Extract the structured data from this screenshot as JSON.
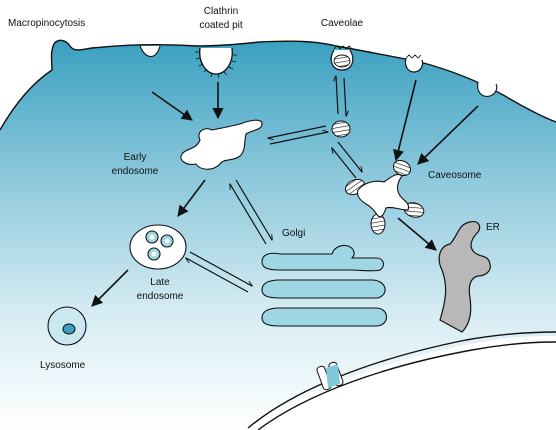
{
  "labels": {
    "macropinocytosis": "Macropinocytosis",
    "clathrin_line1": "Clathrin",
    "clathrin_line2": "coated pit",
    "caveolae": "Caveolae",
    "early_endosome_line1": "Early",
    "early_endosome_line2": "endosome",
    "caveosome": "Caveosome",
    "er": "ER",
    "golgi": "Golgi",
    "late_endosome_line1": "Late",
    "late_endosome_line2": "endosome",
    "lysosome": "Lysosome"
  },
  "colors": {
    "cytoplasm_top": "#3aa0c0",
    "cytoplasm_bottom": "#ffffff",
    "organelle_blue": "#9fd6e3",
    "outline": "#111111"
  }
}
